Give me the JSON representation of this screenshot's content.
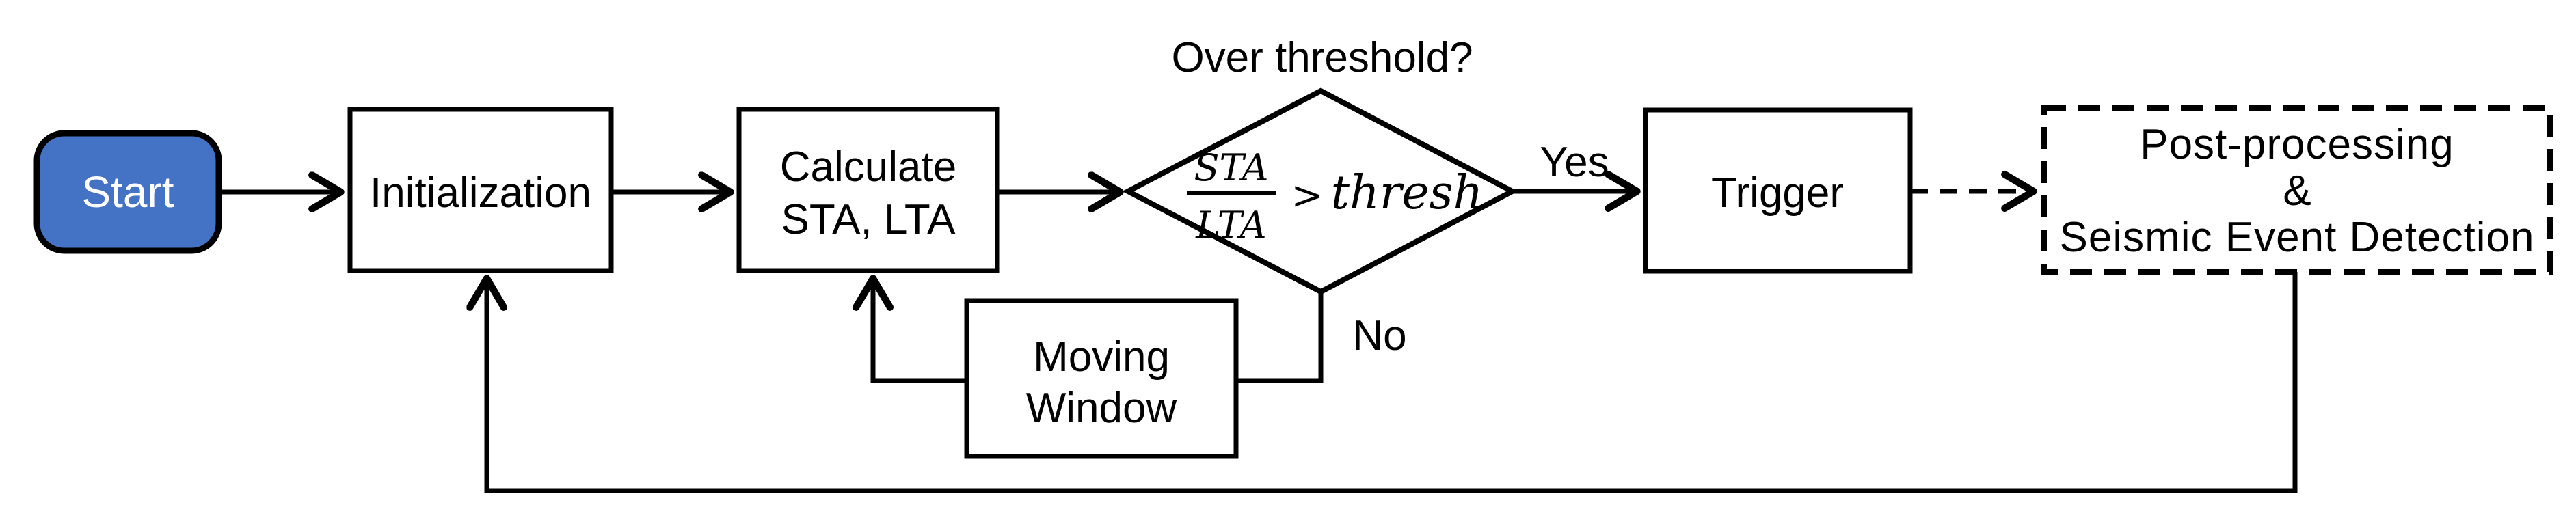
{
  "diagram": {
    "nodes": {
      "start": {
        "label": "Start"
      },
      "initialization": {
        "label": "Initialization"
      },
      "calculate": {
        "line1": "Calculate",
        "line2": "STA, LTA"
      },
      "decision": {
        "question": "Over threshold?",
        "numerator": "STA",
        "denominator": "LTA",
        "operator": ">",
        "threshold": "thresh"
      },
      "trigger": {
        "label": "Trigger"
      },
      "post_processing": {
        "line1": "Post-processing",
        "line2": "&",
        "line3": "Seismic Event Detection"
      },
      "moving_window": {
        "line1": "Moving",
        "line2": "Window"
      }
    },
    "edges": {
      "yes_label": "Yes",
      "no_label": "No"
    },
    "colors": {
      "background": "#FFFFFF",
      "stroke": "#000000",
      "start_fill": "#4472C4",
      "start_text": "#FFFFFF"
    }
  }
}
